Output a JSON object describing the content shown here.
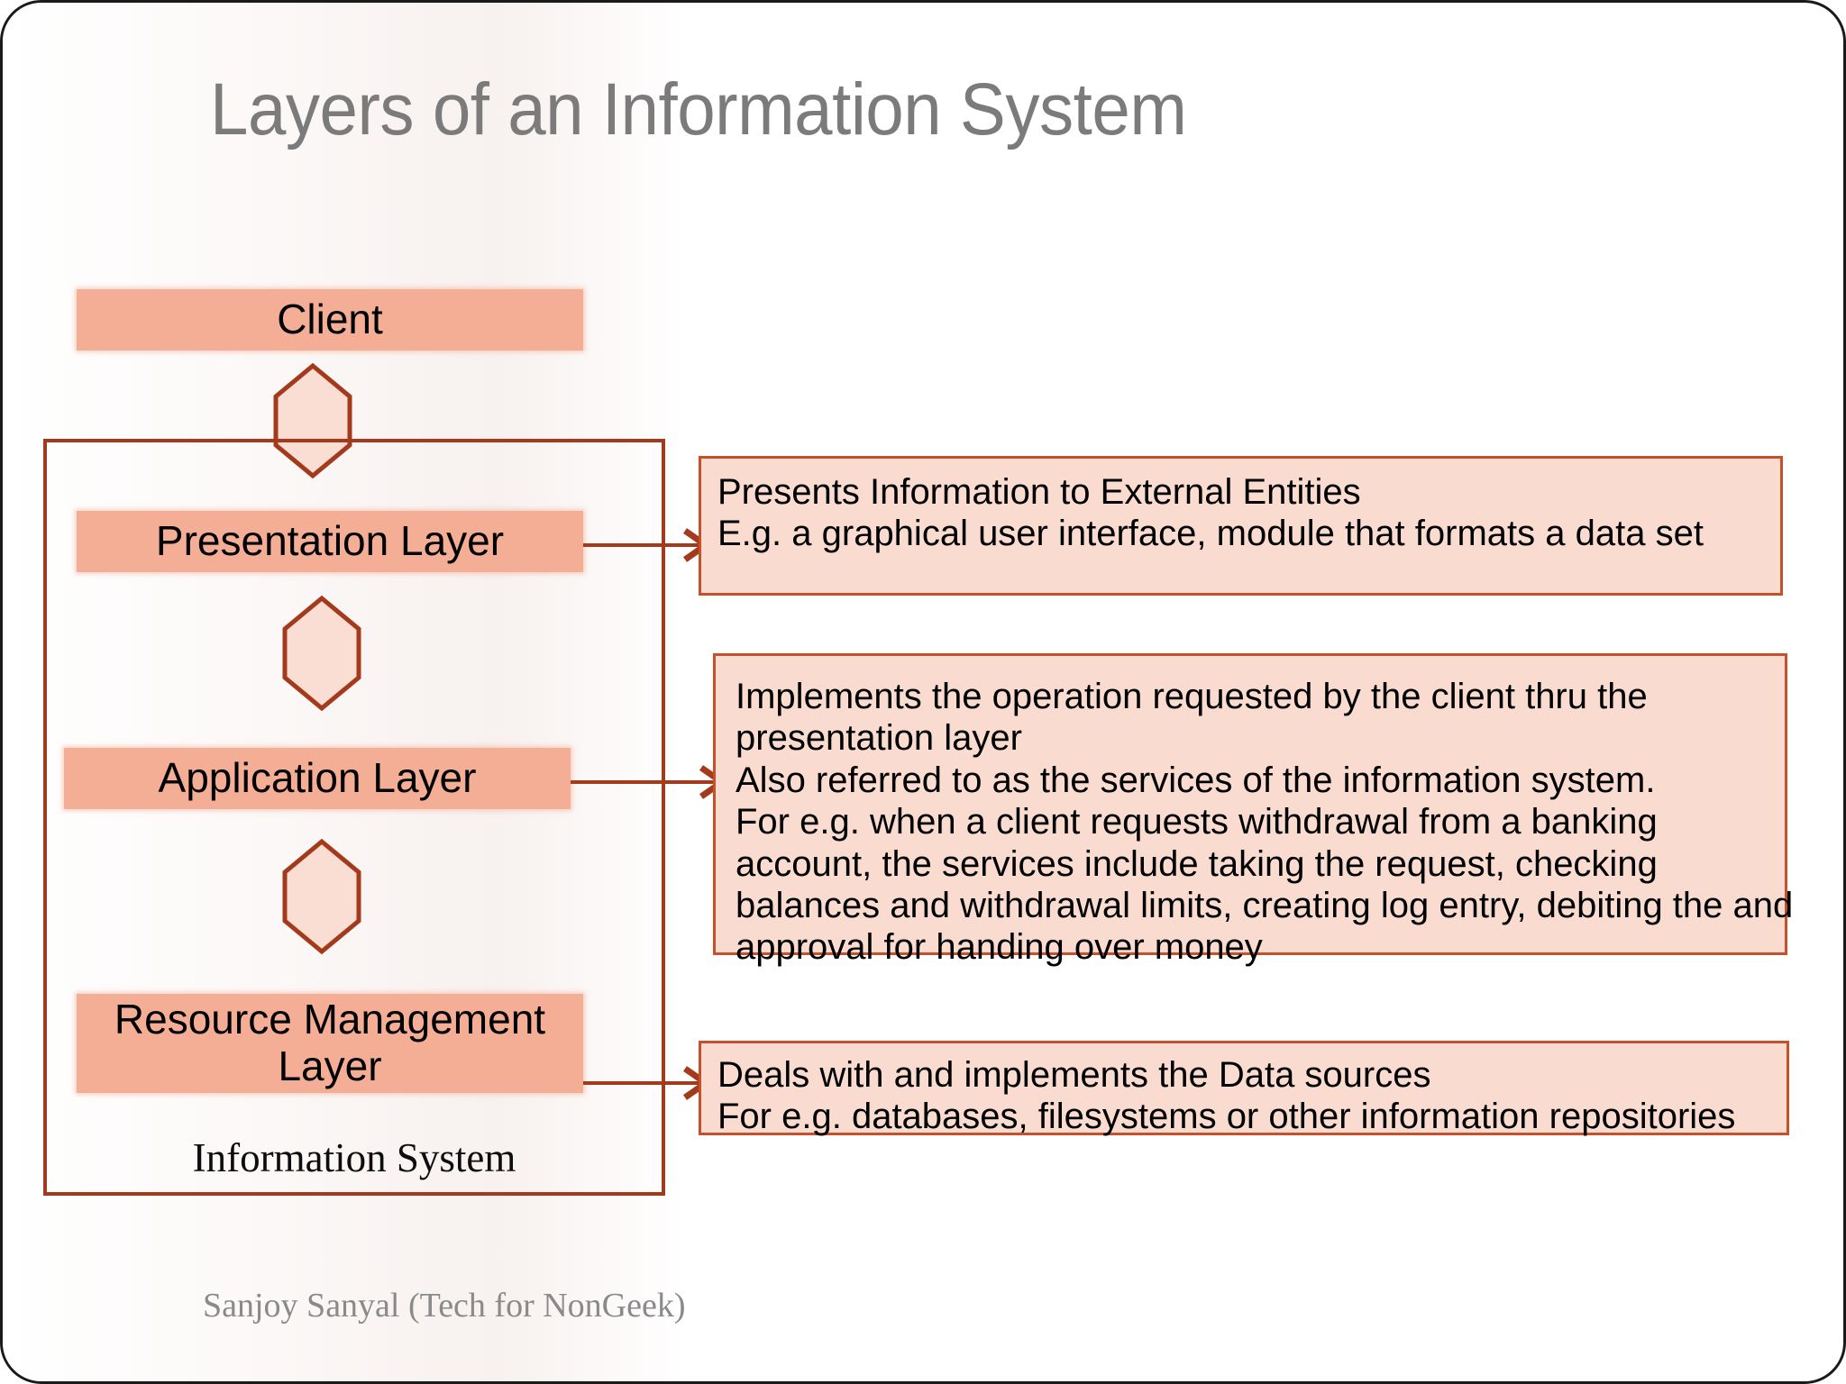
{
  "slide": {
    "title": "Layers of an Information System",
    "credit": "Sanjoy Sanyal (Tech for NonGeek)"
  },
  "colors": {
    "layer_bar_fill": "#F4AE96",
    "desc_box_fill": "#FADBD0",
    "desc_box_border": "#C4512A",
    "container_border": "#A33A1C",
    "hexagon_fill": "#FBDED3",
    "hexagon_border": "#A33A1C",
    "arrow": "#A33A1C",
    "title_text": "#7B7B7B",
    "credit_text": "#8A8A8A",
    "slide_border": "#1A1A1A"
  },
  "diagram": {
    "type": "layered-architecture",
    "container_label": "Information System",
    "external_entity": {
      "label": "Client"
    },
    "connectors": [
      {
        "name": "client-to-presentation",
        "shape": "hexagon"
      },
      {
        "name": "presentation-to-application",
        "shape": "hexagon"
      },
      {
        "name": "application-to-resource",
        "shape": "hexagon"
      }
    ],
    "layers": [
      {
        "id": "presentation",
        "label": "Presentation Layer",
        "description_lines": [
          "Presents Information to External Entities",
          "E.g. a graphical user interface, module that formats a data set"
        ]
      },
      {
        "id": "application",
        "label": "Application Layer",
        "description_lines": [
          "Implements the operation requested by the client thru the",
          "presentation layer",
          "Also referred to as the services of the information system.",
          "For e.g. when a client requests withdrawal from a banking",
          "account, the services include taking the request, checking",
          "balances and withdrawal limits, creating log entry, debiting the and",
          "approval for handing over money"
        ]
      },
      {
        "id": "resource-management",
        "label_line_1": "Resource Management",
        "label_line_2": "Layer",
        "description_lines": [
          "Deals with and implements the Data sources",
          "For e.g. databases, filesystems or other information repositories"
        ]
      }
    ]
  }
}
